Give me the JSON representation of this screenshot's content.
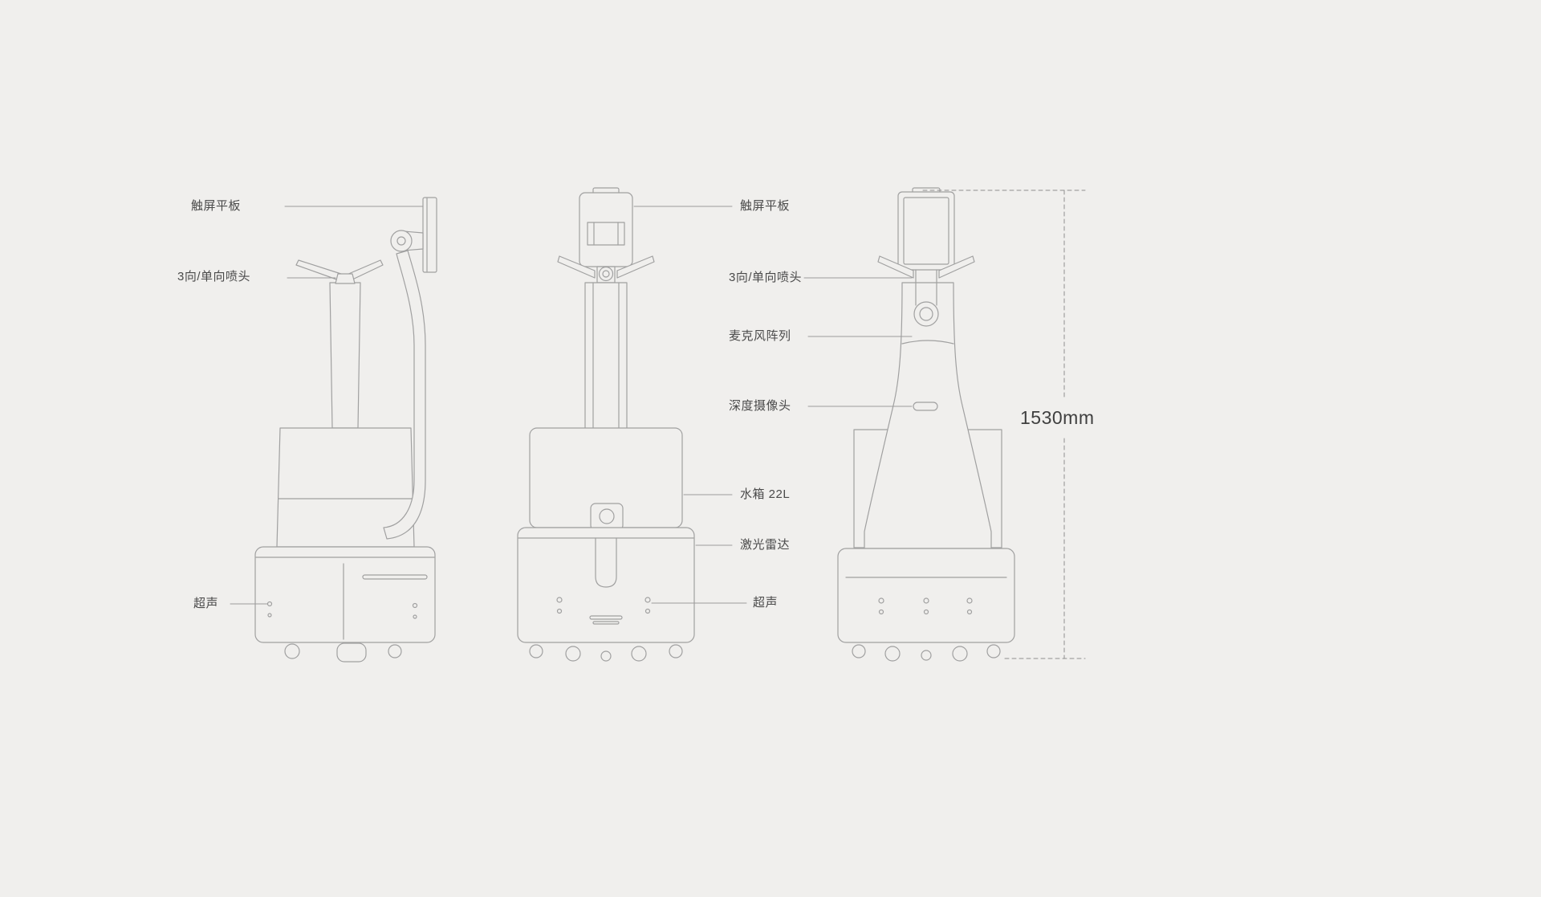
{
  "colors": {
    "background": "#f0efed",
    "line": "#a0a0a0",
    "leader_line": "#9b9b9b",
    "dimension_line": "#8f8f8f",
    "label_text": "#4a4a4a"
  },
  "labels": {
    "left_column": [
      {
        "id": "touchscreen-tablet",
        "text": "触屏平板"
      },
      {
        "id": "nozzle",
        "text": "3向/单向喷头"
      },
      {
        "id": "ultrasonic",
        "text": "超声"
      }
    ],
    "middle_column": [
      {
        "id": "touchscreen-tablet",
        "text": "触屏平板"
      },
      {
        "id": "nozzle",
        "text": "3向/单向喷头"
      },
      {
        "id": "microphone-array",
        "text": "麦克风阵列"
      },
      {
        "id": "depth-camera",
        "text": "深度摄像头"
      },
      {
        "id": "water-tank",
        "text": "水箱 22L"
      },
      {
        "id": "lidar",
        "text": "激光雷达"
      },
      {
        "id": "ultrasonic",
        "text": "超声"
      }
    ],
    "dimension": {
      "text": "1530mm"
    }
  }
}
